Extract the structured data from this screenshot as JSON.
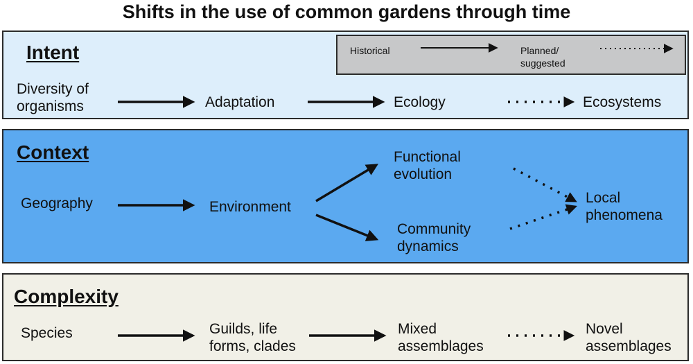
{
  "title": "Shifts in the use of common gardens through time",
  "legend": {
    "historical": "Historical",
    "planned_line1": "Planned/",
    "planned_line2": "suggested"
  },
  "intent": {
    "heading": "Intent",
    "diversity_line1": "Diversity of",
    "diversity_line2": "organisms",
    "adaptation": "Adaptation",
    "ecology": "Ecology",
    "ecosystems": "Ecosystems"
  },
  "context": {
    "heading": "Context",
    "geography": "Geography",
    "environment": "Environment",
    "functional_line1": "Functional",
    "functional_line2": "evolution",
    "community_line1": "Community",
    "community_line2": "dynamics",
    "local_line1": "Local",
    "local_line2": "phenomena"
  },
  "complexity": {
    "heading": "Complexity",
    "species": "Species",
    "guilds_line1": "Guilds, life",
    "guilds_line2": "forms, clades",
    "mixed_line1": "Mixed",
    "mixed_line2": "assemblages",
    "novel_line1": "Novel",
    "novel_line2": "assemblages"
  },
  "colors": {
    "intent_panel": "#ddeefb",
    "context_panel": "#5ba9f0",
    "complexity_panel": "#f1f0e7",
    "legend_box": "#c7c8c9"
  }
}
